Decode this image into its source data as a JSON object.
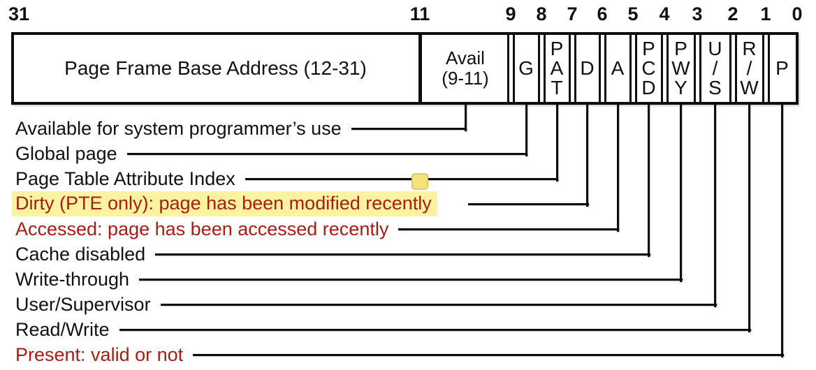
{
  "bit_labels": [
    "31",
    "11",
    "9",
    "8",
    "7",
    "6",
    "5",
    "4",
    "3",
    "2",
    "1",
    "0"
  ],
  "fields": [
    {
      "id": "pfba",
      "label_lines": [
        "Page Frame Base Address (12-31)"
      ]
    },
    {
      "id": "avail",
      "label_lines": [
        "Avail",
        "(9-11)"
      ]
    },
    {
      "id": "g",
      "label_lines": [
        "G"
      ]
    },
    {
      "id": "pat",
      "label_lines": [
        "P",
        "A",
        "T"
      ]
    },
    {
      "id": "d",
      "label_lines": [
        "D"
      ]
    },
    {
      "id": "a",
      "label_lines": [
        "A"
      ]
    },
    {
      "id": "pcd",
      "label_lines": [
        "P",
        "C",
        "D"
      ]
    },
    {
      "id": "pwy",
      "label_lines": [
        "P",
        "W",
        "Y"
      ]
    },
    {
      "id": "us",
      "label_lines": [
        "U",
        "/",
        "S"
      ]
    },
    {
      "id": "rw",
      "label_lines": [
        "R",
        "/",
        "W"
      ]
    },
    {
      "id": "p",
      "label_lines": [
        "P"
      ]
    }
  ],
  "annotations": [
    {
      "target": "avail",
      "text": "Available for system programmer’s use",
      "color": "black",
      "highlight": false
    },
    {
      "target": "g",
      "text": "Global page",
      "color": "black",
      "highlight": false
    },
    {
      "target": "pat",
      "text": "Page Table Attribute Index",
      "color": "black",
      "highlight": false,
      "marker": "sticky-note"
    },
    {
      "target": "d",
      "text": "Dirty (PTE only): page has been modified recently",
      "color": "red",
      "highlight": true
    },
    {
      "target": "a",
      "text": "Accessed: page has been accessed recently",
      "color": "red",
      "highlight": false
    },
    {
      "target": "pcd",
      "text": "Cache disabled",
      "color": "black",
      "highlight": false
    },
    {
      "target": "pwy",
      "text": "Write-through",
      "color": "black",
      "highlight": false
    },
    {
      "target": "us",
      "text": "User/Supervisor",
      "color": "black",
      "highlight": false
    },
    {
      "target": "rw",
      "text": "Read/Write",
      "color": "black",
      "highlight": false
    },
    {
      "target": "p",
      "text": "Present: valid or not",
      "color": "red",
      "highlight": false
    }
  ],
  "colors": {
    "background": "#ffffff",
    "text": "#111111",
    "line": "#0d0d0d",
    "red": "#a71d15",
    "highlight": "#fcf3a0",
    "sticky_fill": "#f6e17d",
    "sticky_border": "#e6c75f"
  }
}
